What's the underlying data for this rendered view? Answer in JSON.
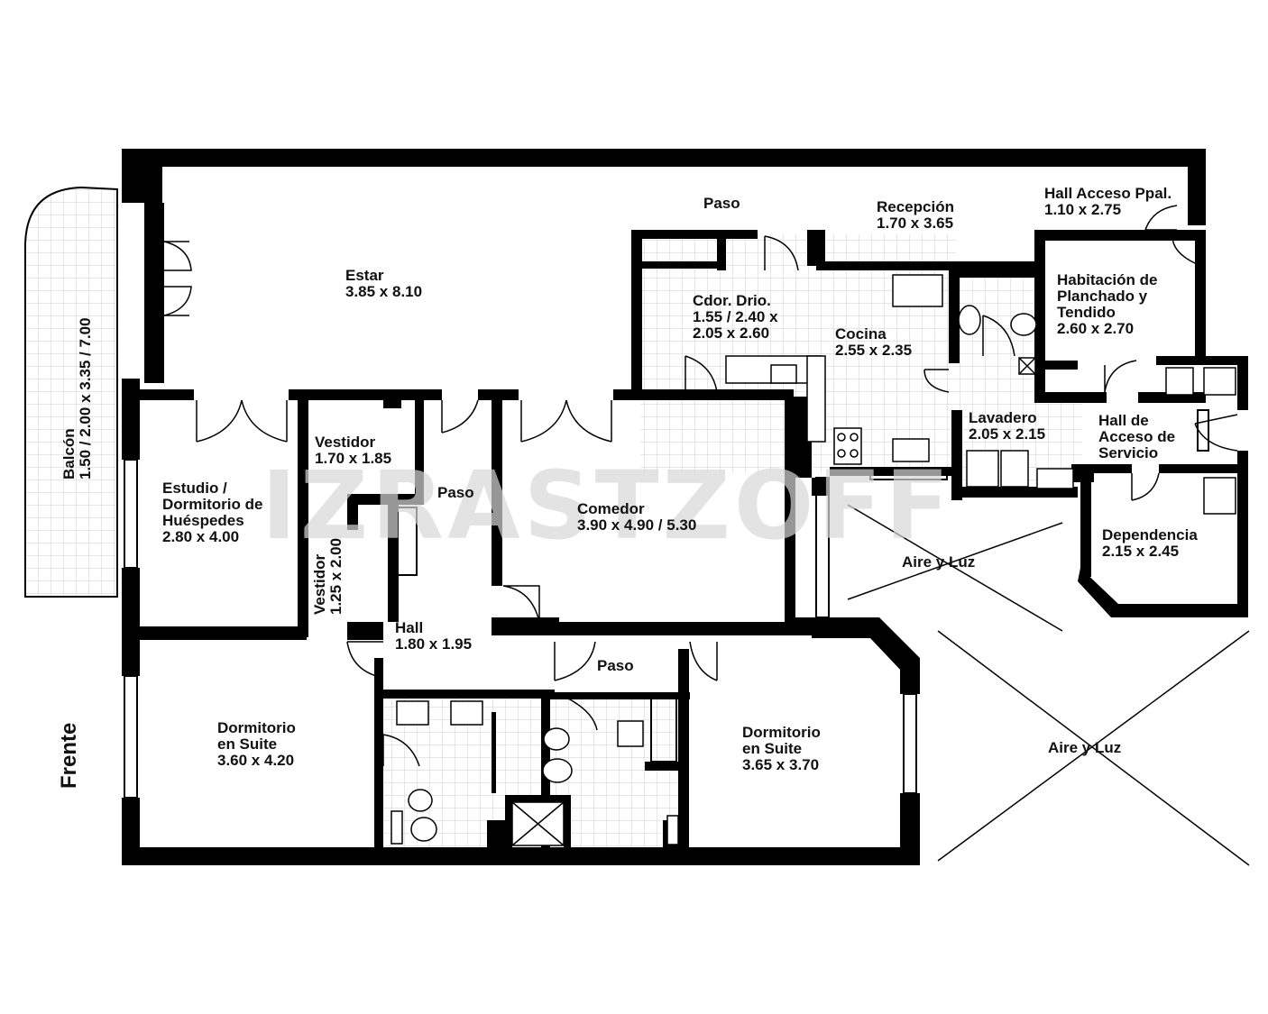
{
  "watermark": "IZRASTZOFF",
  "orientation_label": "Frente",
  "rooms": {
    "paso_top": [
      "Paso"
    ],
    "recepcion": [
      "Recepción",
      "1.70 x 3.65"
    ],
    "hall_acceso_ppal": [
      "Hall Acceso Ppal.",
      "1.10 x 2.75"
    ],
    "estar": [
      "Estar",
      "3.85 x 8.10"
    ],
    "cdor_drio": [
      "Cdor. Drio.",
      "1.55 / 2.40 x",
      "2.05 x 2.60"
    ],
    "cocina": [
      "Cocina",
      "2.55 x 2.35"
    ],
    "habitacion_planchado": [
      "Habitación de",
      "Planchado y",
      "Tendido",
      "2.60 x 2.70"
    ],
    "lavadero": [
      "Lavadero",
      "2.05 x 2.15"
    ],
    "hall_servicio": [
      "Hall de",
      "Acceso de",
      "Servicio"
    ],
    "estudio": [
      "Estudio /",
      "Dormitorio de",
      "Huéspedes",
      "2.80 x 4.00"
    ],
    "vestidor_1": [
      "Vestidor",
      "1.70 x 1.85"
    ],
    "paso_mid": [
      "Paso"
    ],
    "comedor": [
      "Comedor",
      "3.90 x 4.90 / 5.30"
    ],
    "dependencia": [
      "Dependencia",
      "2.15 x 2.45"
    ],
    "aire_luz_1": [
      "Aire y Luz"
    ],
    "vestidor_2": [
      "Vestidor",
      "1.25 x 2.00"
    ],
    "hall": [
      "Hall",
      "1.80 x 1.95"
    ],
    "paso_low": [
      "Paso"
    ],
    "dormitorio_suite_1": [
      "Dormitorio",
      "en Suite",
      "3.60 x 4.20"
    ],
    "dormitorio_suite_2": [
      "Dormitorio",
      "en Suite",
      "3.65 x 3.70"
    ],
    "aire_luz_2": [
      "Aire y Luz"
    ],
    "balcon": [
      "Balcón",
      "1.50 / 2.00 x 3.35 / 7.00"
    ]
  },
  "colors": {
    "wall": "#000000",
    "tile": "#cfcfcf",
    "label": "#111111"
  },
  "icons": [
    "door-swing-icon",
    "toilet-icon",
    "bidet-icon",
    "sink-icon",
    "stove-icon",
    "shower-icon"
  ]
}
